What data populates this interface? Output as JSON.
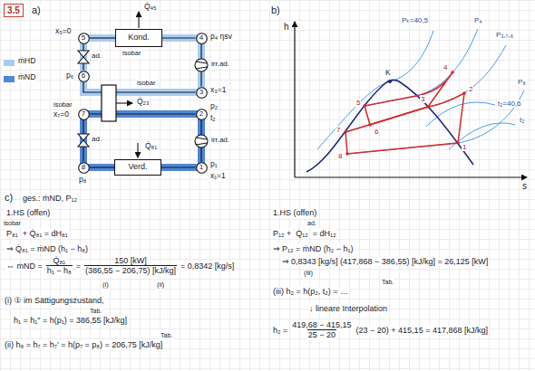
{
  "diagram": {
    "nodes": [
      {
        "text": [
          "3.5"
        ]
      },
      {
        "text": [
          "5"
        ]
      },
      {
        "text": [
          "Kond."
        ]
      },
      {
        "text": [
          "4"
        ]
      },
      {
        "text": [
          "6"
        ]
      },
      {
        "text": [
          "3"
        ]
      },
      {
        "text": [
          "7"
        ]
      },
      {
        "text": [
          "2"
        ]
      },
      {
        "text": [
          "8"
        ]
      },
      {
        "text": [
          "Verd."
        ]
      },
      {
        "text": [
          "1"
        ]
      }
    ],
    "edges": [
      {
        "from": 3,
        "to": 2,
        "arrow": "none"
      },
      {
        "from": 2,
        "to": 1,
        "arrow": "none"
      },
      {
        "from": 1,
        "to": 4,
        "arrow": "none"
      },
      {
        "from": 4,
        "to": 5,
        "arrow": "none"
      },
      {
        "from": 5,
        "to": 3,
        "arrow": "none"
      },
      {
        "from": 10,
        "to": 7,
        "arrow": "none"
      },
      {
        "from": 7,
        "to": 6,
        "arrow": "none"
      },
      {
        "from": 6,
        "to": 8,
        "arrow": "none"
      },
      {
        "from": 8,
        "to": 9,
        "arrow": "none"
      },
      {
        "from": 9,
        "to": 10,
        "arrow": "none"
      }
    ],
    "labels": [
      "a)",
      "Q̇₄₅",
      "p₄ ηsv",
      "x₅=0",
      "isobar",
      "ad.",
      "irr.ad.",
      "p₆",
      "isobar",
      "x₃=1",
      "Q̇₂₃",
      "isobar",
      "x₇=0",
      "p₂",
      "t₂",
      "irr.ad.",
      "ad.",
      "Q̇₈₁",
      "p₈",
      "p₁",
      "x₁=1",
      "b)",
      "h",
      "s",
      "Pₖ=40,5",
      "P₄",
      "P₃,₇,₆",
      "P₈",
      "t₂=40,6",
      "t₂",
      "K",
      "1",
      "2",
      "3",
      "4",
      "5",
      "6",
      "7",
      "8",
      "c)",
      "ges.: ṁND, P₁₂",
      "1.HS (offen)",
      "isobar",
      "P₈₁",
      "+ Q̇₈₁ = dH₈₁",
      "⇒ Q̇₈₁ = ṁND (h₁ − h₈)",
      "⇔ ṁND =",
      "Q̇₈₁",
      "h₁ − h₈",
      "=",
      "150 [kW]",
      "(386,55 − 206,75) [kJ/kg]",
      "= 0,8342 [kg/s]",
      "(i)",
      "(ii)",
      "(i) ① im Sättigungszustand,",
      "Tab.",
      "h₁ = h₁″ = h(p₁) = 386,55 [kJ/kg]",
      "(ii) h₈ = h₇ = h₇′ = h(p₇ = p₈) = 206,75 [kJ/kg]",
      "Tab.",
      "1.HS (offen)",
      "ad.",
      "P₁₂ +",
      "Q̇₁₂",
      "= dH₁₂",
      "⇒ P₁₂ = ṁND (h₂ − h₁)",
      "⇒ 0,8343 [kg/s] (417,868 − 386,55) [kJ/kg] = 26,125 [kW]",
      "(iii)",
      "(iii) h₂ = h(p₂, t₂) = …",
      "Tab.",
      "↓ lineare Interpolation",
      "h₂ =",
      "419,68 − 415,15",
      "25 − 20",
      "(23 − 20) + 415,15 = 417,868 [kJ/kg]"
    ],
    "legend": [
      {
        "text": "ṁHD",
        "color": "#a8cdf2"
      },
      {
        "text": "ṁND",
        "color": "#4f86d9"
      }
    ]
  }
}
